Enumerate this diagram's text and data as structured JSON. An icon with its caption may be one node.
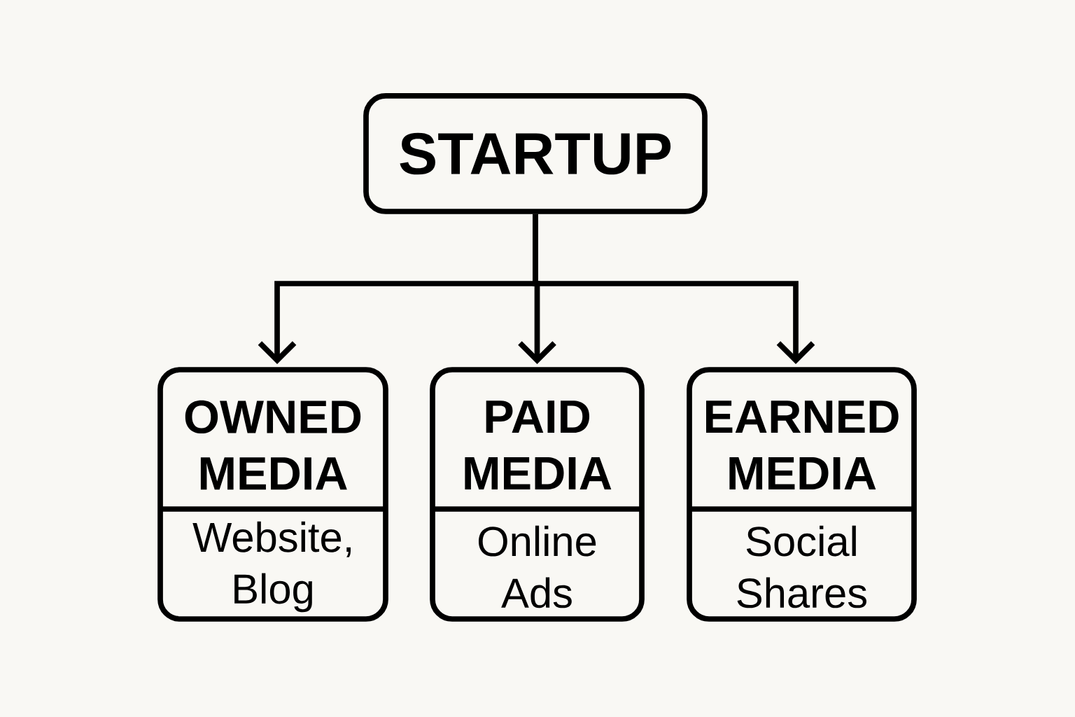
{
  "diagram": {
    "nodes": [
      {
        "text": [
          "STARTUP"
        ]
      },
      {
        "text": [
          "OWNED MEDIA",
          "Website, Blog"
        ]
      },
      {
        "text": [
          "PAID MEDIA",
          "Online Ads"
        ]
      },
      {
        "text": [
          "EARNED MEDIA",
          "Social Shares"
        ]
      }
    ],
    "edges": [
      {
        "from": 0,
        "to": 1,
        "arrow": "to"
      },
      {
        "from": 0,
        "to": 2,
        "arrow": "to"
      },
      {
        "from": 0,
        "to": 3,
        "arrow": "to"
      }
    ]
  }
}
